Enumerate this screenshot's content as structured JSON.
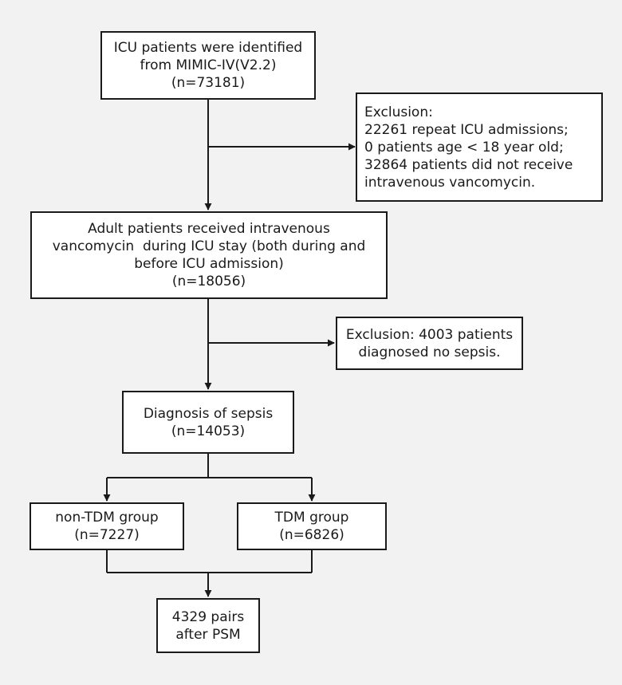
{
  "flowchart": {
    "start": {
      "lines": [
        "ICU patients were identified",
        "from MIMIC-IV(V2.2)",
        "(n=73181)"
      ]
    },
    "exclusion1": {
      "lines": [
        "Exclusion:",
        "22261 repeat ICU admissions;",
        "0 patients age < 18 year old;",
        "32864 patients did not receive",
        "intravenous vancomycin."
      ]
    },
    "adult": {
      "lines": [
        "Adult patients received intravenous",
        "vancomycin  during ICU stay (both during and",
        "before ICU admission)",
        "(n=18056)"
      ]
    },
    "exclusion2": {
      "lines": [
        "Exclusion: 4003 patients",
        "diagnosed no sepsis."
      ]
    },
    "sepsis": {
      "lines": [
        "Diagnosis of sepsis",
        "(n=14053)"
      ]
    },
    "non_tdm": {
      "lines": [
        "non-TDM group",
        "(n=7227)"
      ]
    },
    "tdm": {
      "lines": [
        "TDM group",
        "(n=6826)"
      ]
    },
    "psm": {
      "lines": [
        "4329 pairs",
        "after PSM"
      ]
    }
  }
}
